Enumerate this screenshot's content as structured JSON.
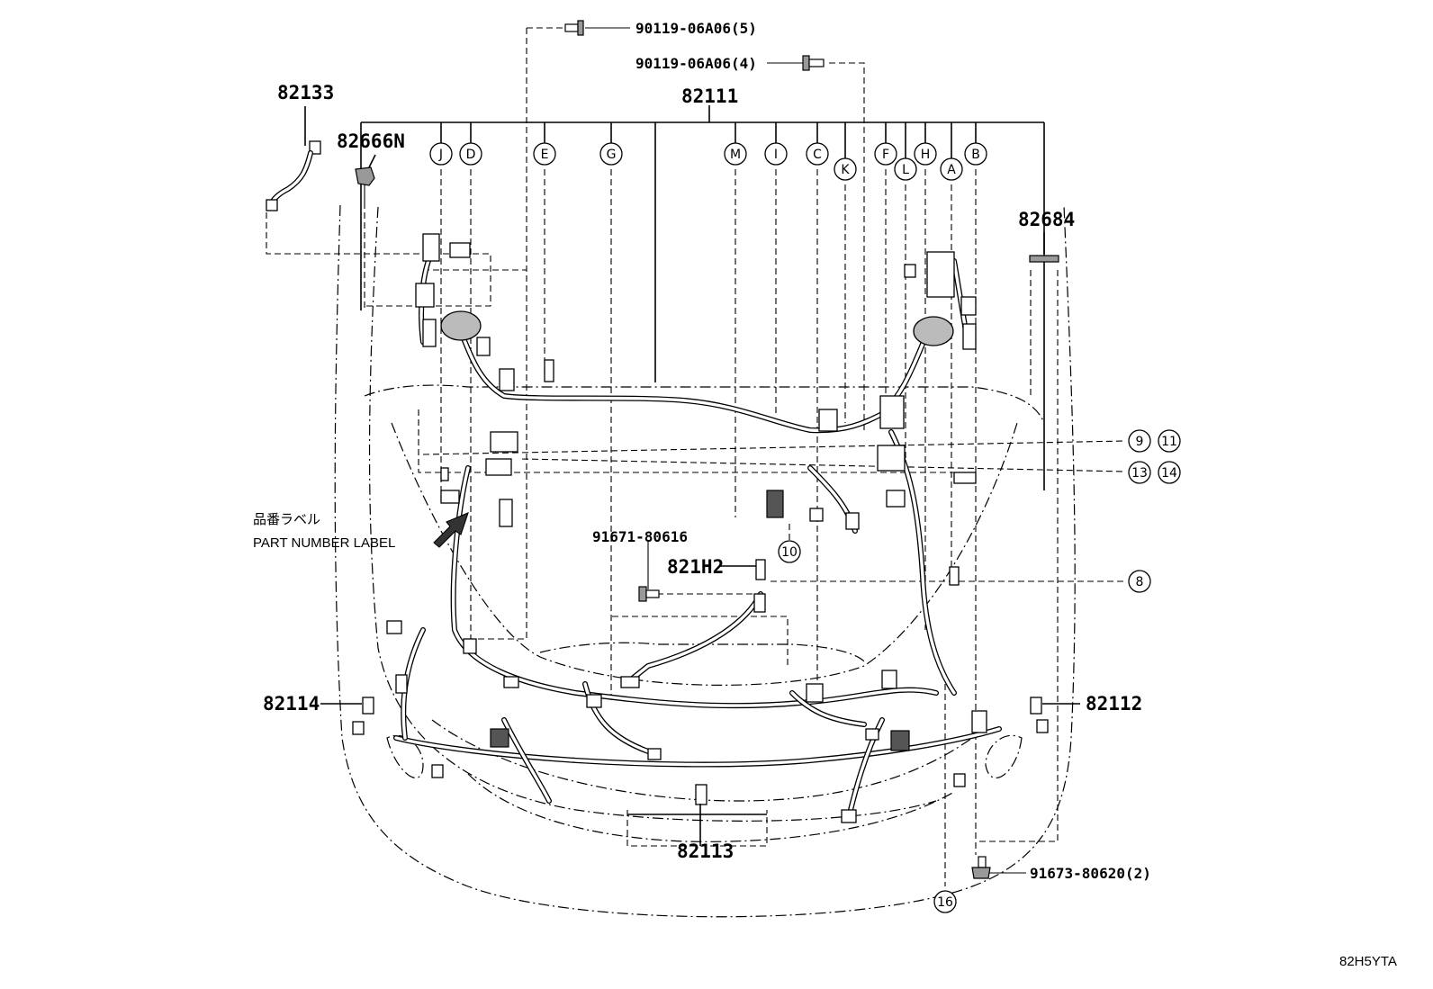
{
  "parts": {
    "p82133": "82133",
    "p82666N": "82666N",
    "p82111": "82111",
    "p82684": "82684",
    "p82114": "82114",
    "p82112": "82112",
    "p82113": "82113",
    "p821H2": "821H2",
    "bolt_top": "90119-06A06(5)",
    "bolt_second": "90119-06A06(4)",
    "bolt_middle": "91671-80616",
    "bolt_bottom": "91673-80620(2)"
  },
  "connector_letters": [
    "J",
    "D",
    "E",
    "G",
    "M",
    "I",
    "C",
    "K",
    "F",
    "L",
    "H",
    "A",
    "B"
  ],
  "callouts": {
    "c9": "9",
    "c11": "11",
    "c13": "13",
    "c14": "14",
    "c10": "10",
    "c8": "8",
    "c16": "16"
  },
  "label": {
    "jp": "品番ラベル",
    "en": "PART NUMBER LABEL"
  },
  "diagram_code": "82H5YTA",
  "icons": {
    "arrow": "label-pointer-arrow",
    "bolt": "bolt-icon",
    "clip": "clip-icon"
  }
}
